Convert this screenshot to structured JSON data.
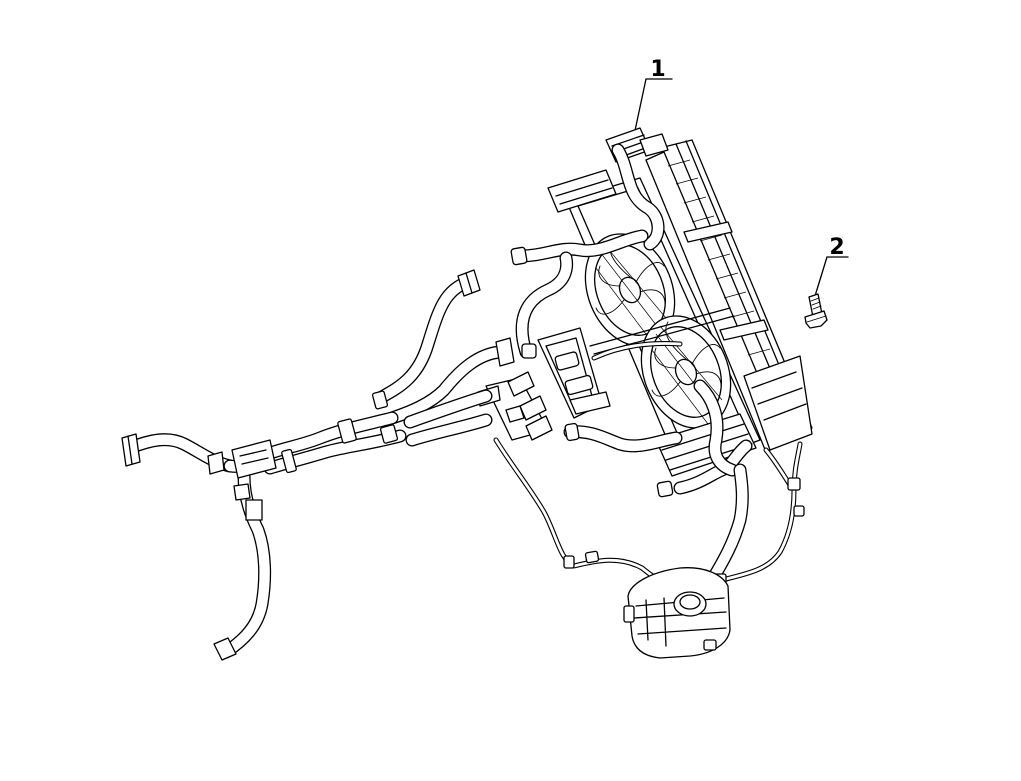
{
  "callouts": [
    {
      "id": "1",
      "label": "1"
    },
    {
      "id": "2",
      "label": "2"
    }
  ],
  "parts": [
    {
      "callout": "1",
      "icon": "radiator-cooling-module-icon"
    },
    {
      "callout": "2",
      "icon": "bolt-icon"
    }
  ]
}
